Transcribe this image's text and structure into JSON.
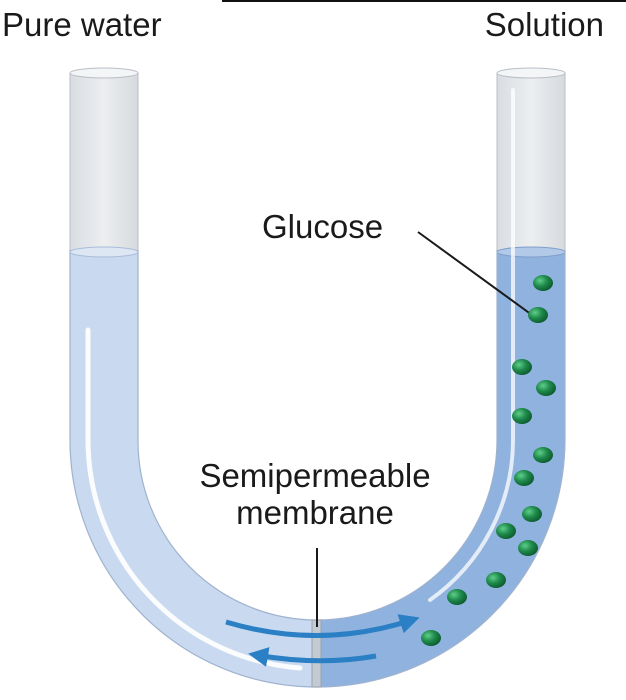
{
  "labels": {
    "pure_water": "Pure water",
    "solution": "Solution",
    "glucose": "Glucose",
    "membrane_line1": "Semipermeable",
    "membrane_line2": "membrane"
  },
  "colors": {
    "pure_water_fill": "#c9d9ef",
    "solution_fill": "#8fb2de",
    "tube_empty": "#e3e6ea",
    "glucose": "#1f8a4c",
    "arrow": "#2b7fc4",
    "membrane": "#b8bfc8"
  }
}
